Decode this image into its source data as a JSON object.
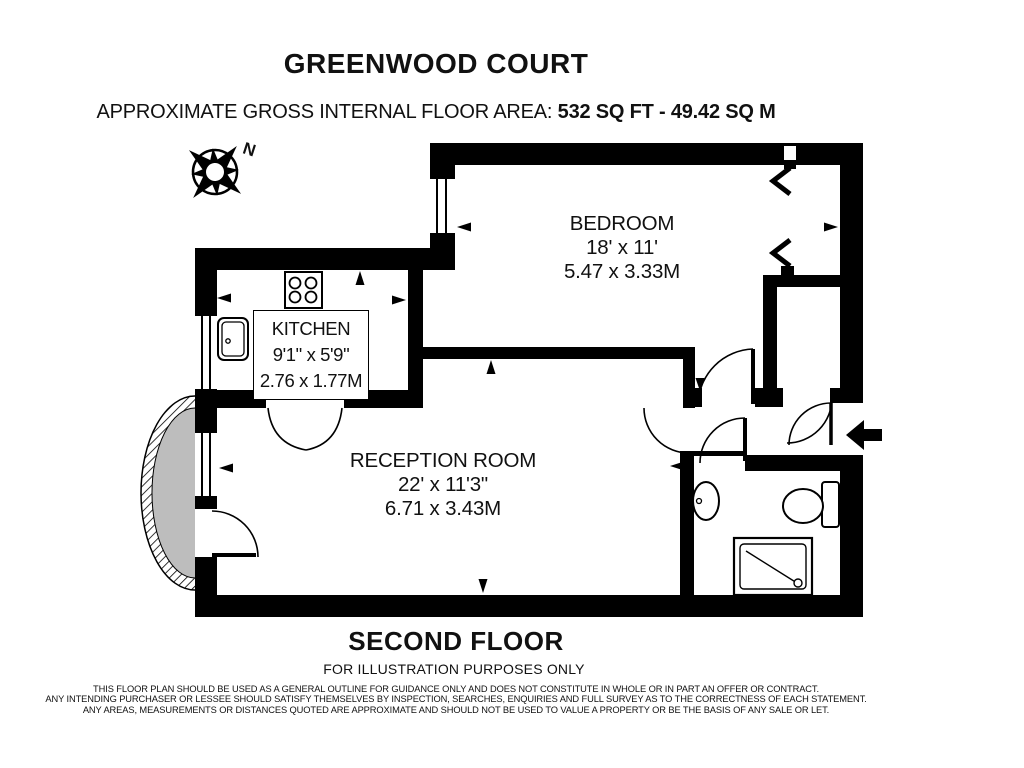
{
  "header": {
    "title": "GREENWOOD COURT",
    "area_label": "APPROXIMATE GROSS INTERNAL FLOOR AREA:",
    "area_value": "532 SQ FT - 49.42 SQ M"
  },
  "compass": {
    "north_label": "N"
  },
  "rooms": {
    "bedroom": {
      "name": "BEDROOM",
      "imperial": "18' x 11'",
      "metric": "5.47 x 3.33M"
    },
    "kitchen": {
      "name": "KITCHEN",
      "imperial": "9'1\" x 5'9\"",
      "metric": "2.76 x 1.77M"
    },
    "reception": {
      "name": "RECEPTION ROOM",
      "imperial": "22' x 11'3\"",
      "metric": "6.71 x 3.43M"
    }
  },
  "footer": {
    "floor_label": "SECOND FLOOR",
    "illustration_note": "FOR ILLUSTRATION PURPOSES ONLY",
    "disclaimer_lines": [
      "THIS FLOOR PLAN SHOULD BE USED AS A GENERAL OUTLINE FOR GUIDANCE ONLY AND DOES NOT CONSTITUTE IN WHOLE OR IN PART AN OFFER OR CONTRACT.",
      "ANY INTENDING PURCHASER OR LESSEE SHOULD SATISFY THEMSELVES BY INSPECTION, SEARCHES, ENQUIRIES AND FULL SURVEY AS TO THE CORRECTNESS OF EACH STATEMENT.",
      "ANY AREAS, MEASUREMENTS OR DISTANCES QUOTED ARE APPROXIMATE AND SHOULD NOT BE USED TO VALUE A PROPERTY OR BE THE BASIS OF ANY SALE OR LET."
    ]
  },
  "colors": {
    "wall": "#000000",
    "bay_fill": "#bdbdbd"
  }
}
